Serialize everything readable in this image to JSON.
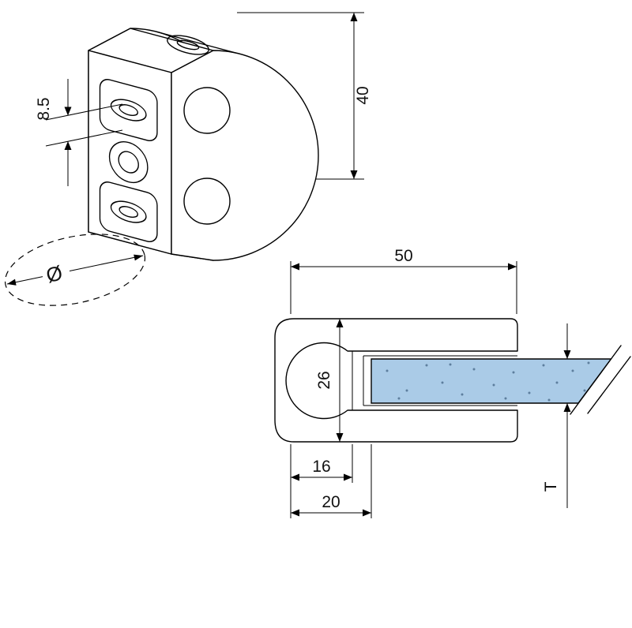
{
  "dimensions": {
    "iso_slot": "8.5",
    "height": "40",
    "width": "50",
    "body": "26",
    "offset_small": "16",
    "offset_large": "20",
    "glass_thickness": "T",
    "diameter_symbol": "Ø"
  },
  "colors": {
    "line": "#000000",
    "background": "#ffffff",
    "glass_fill": "#aacbe7",
    "glass_dots": "#5d7e9d"
  }
}
